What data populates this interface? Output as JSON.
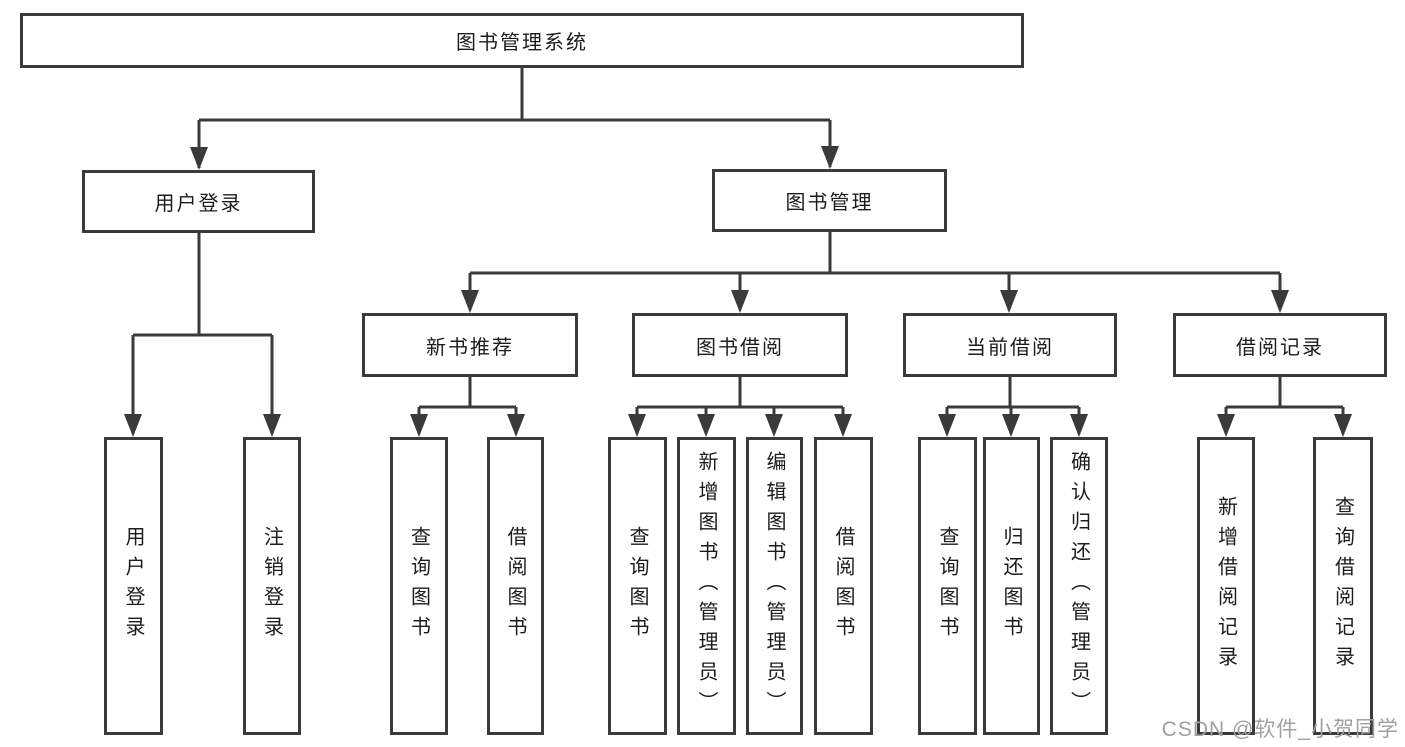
{
  "diagram": {
    "root": {
      "label": "图书管理系统"
    },
    "level1": [
      {
        "label": "用户登录"
      },
      {
        "label": "图书管理"
      }
    ],
    "level2": [
      {
        "label": "新书推荐",
        "parent": "图书管理"
      },
      {
        "label": "图书借阅",
        "parent": "图书管理"
      },
      {
        "label": "当前借阅",
        "parent": "图书管理"
      },
      {
        "label": "借阅记录",
        "parent": "图书管理"
      }
    ],
    "leaves": [
      {
        "label": "用户登录",
        "parent": "用户登录"
      },
      {
        "label": "注销登录",
        "parent": "用户登录"
      },
      {
        "label": "查询图书",
        "parent": "新书推荐"
      },
      {
        "label": "借阅图书",
        "parent": "新书推荐"
      },
      {
        "label": "查询图书",
        "parent": "图书借阅"
      },
      {
        "label": "新增图书（管理员）",
        "parent": "图书借阅"
      },
      {
        "label": "编辑图书（管理员）",
        "parent": "图书借阅"
      },
      {
        "label": "借阅图书",
        "parent": "图书借阅"
      },
      {
        "label": "查询图书",
        "parent": "当前借阅"
      },
      {
        "label": "归还图书",
        "parent": "当前借阅"
      },
      {
        "label": "确认归还（管理员）",
        "parent": "当前借阅"
      },
      {
        "label": "新增借阅记录",
        "parent": "借阅记录"
      },
      {
        "label": "查询借阅记录",
        "parent": "借阅记录"
      }
    ]
  },
  "watermark": {
    "text": "CSDN @软件_小贺同学"
  },
  "colors": {
    "background": "#ffffff",
    "line": "#3a3a3a",
    "box_border": "#3a3a3a",
    "text": "#1c1c1c",
    "watermark": "#a0a0a0"
  }
}
